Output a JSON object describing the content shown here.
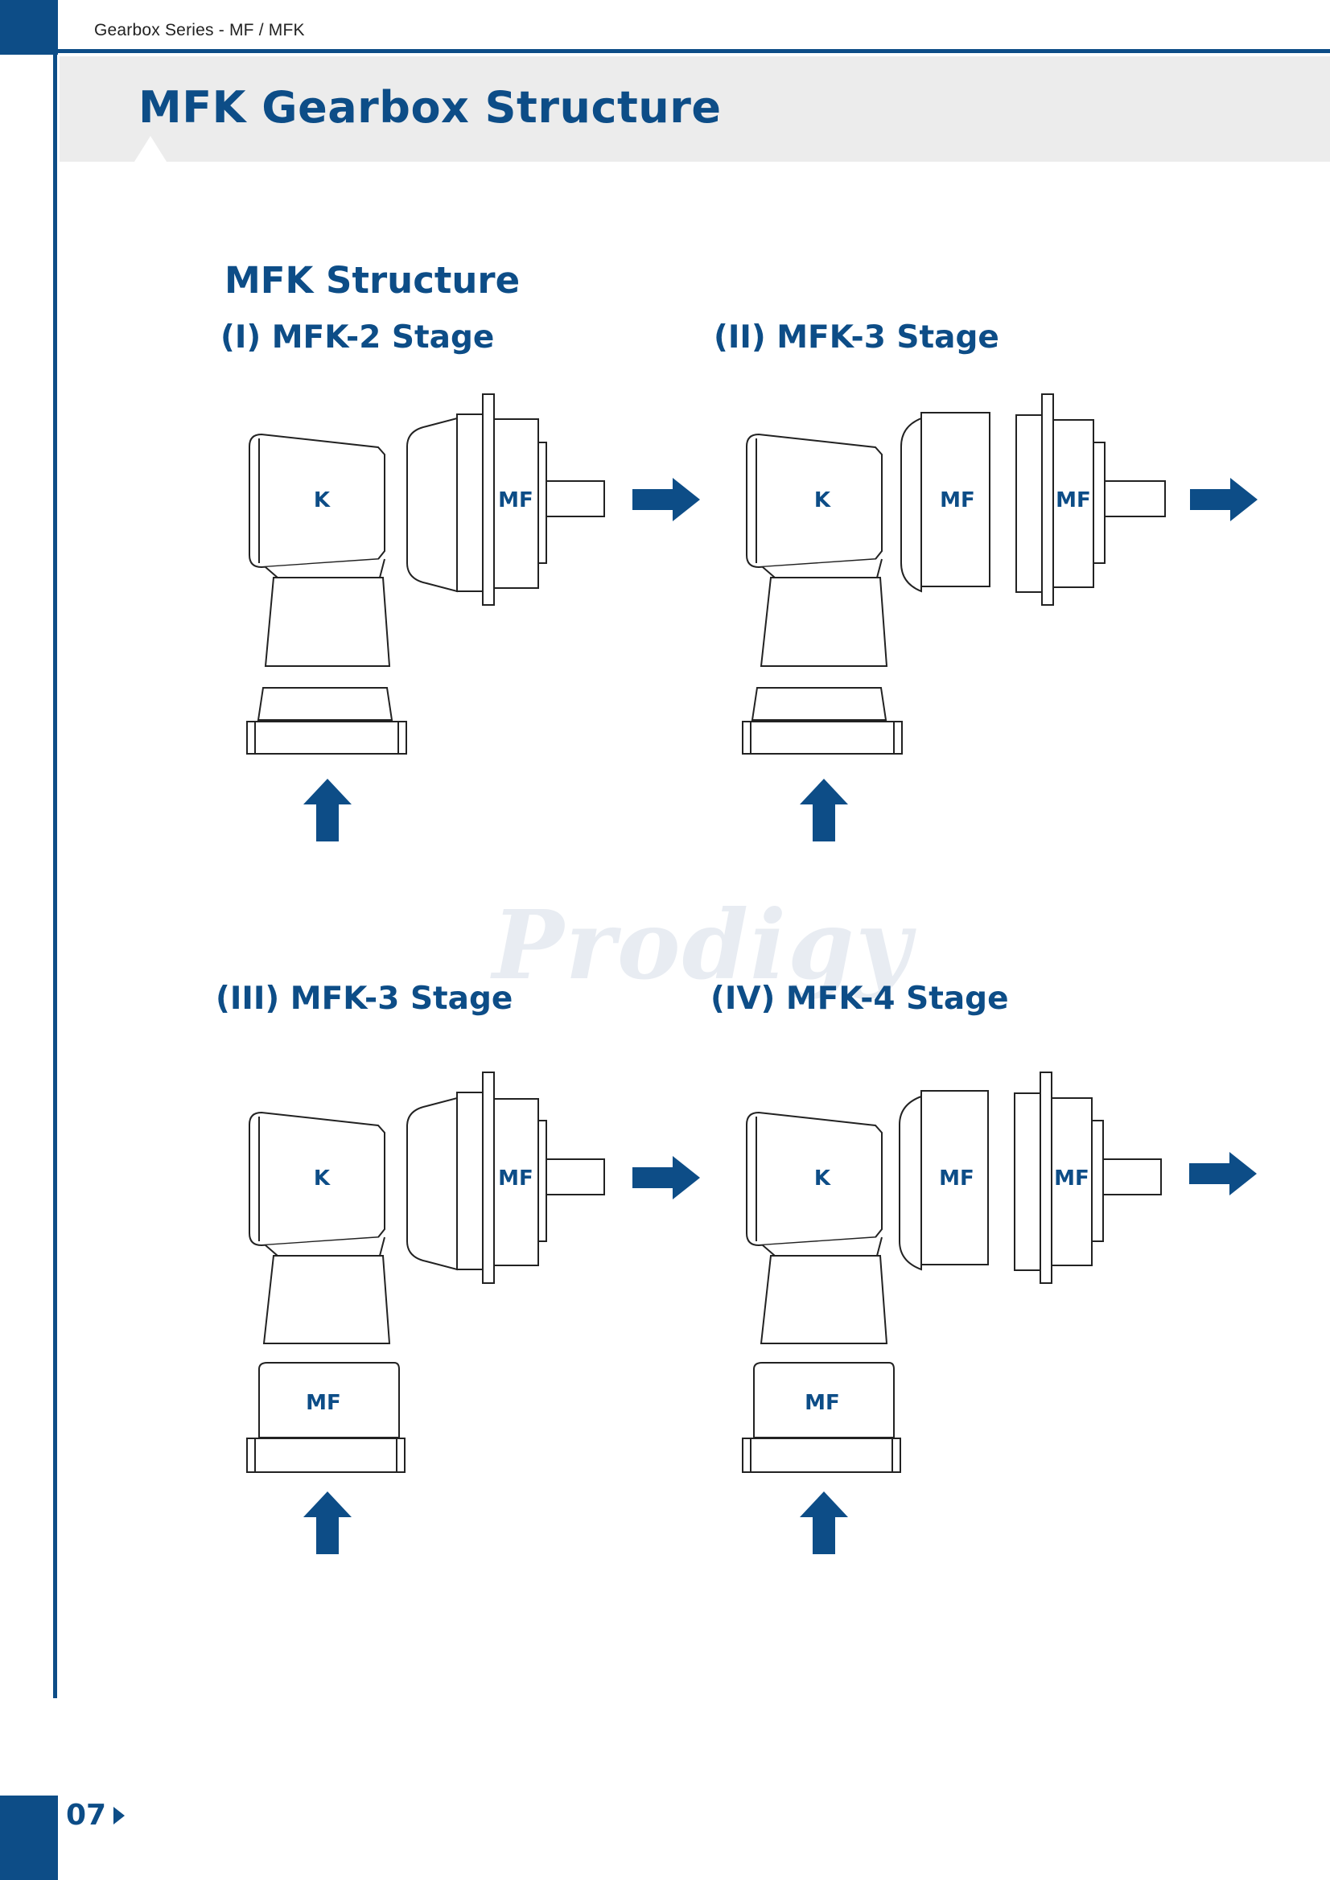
{
  "header": {
    "running_head": "Gearbox Series - MF / MFK",
    "page_title": "MFK Gearbox Structure"
  },
  "section_title": "MFK Structure",
  "watermark": "Prodigy",
  "panels": [
    {
      "label": "(I) MFK-2 Stage",
      "upper_module": "K",
      "output_modules": [
        "MF"
      ],
      "lower_module": ""
    },
    {
      "label": "(II) MFK-3 Stage",
      "upper_module": "K",
      "output_modules": [
        "MF",
        "MF"
      ],
      "lower_module": ""
    },
    {
      "label": "(III) MFK-3 Stage",
      "upper_module": "K",
      "output_modules": [
        "MF"
      ],
      "lower_module": "MF"
    },
    {
      "label": "(IV) MFK-4 Stage",
      "upper_module": "K",
      "output_modules": [
        "MF",
        "MF"
      ],
      "lower_module": "MF"
    }
  ],
  "footer": {
    "page_number": "07"
  },
  "colors": {
    "brand_blue": "#0d4d87",
    "title_band": "#ececec"
  }
}
